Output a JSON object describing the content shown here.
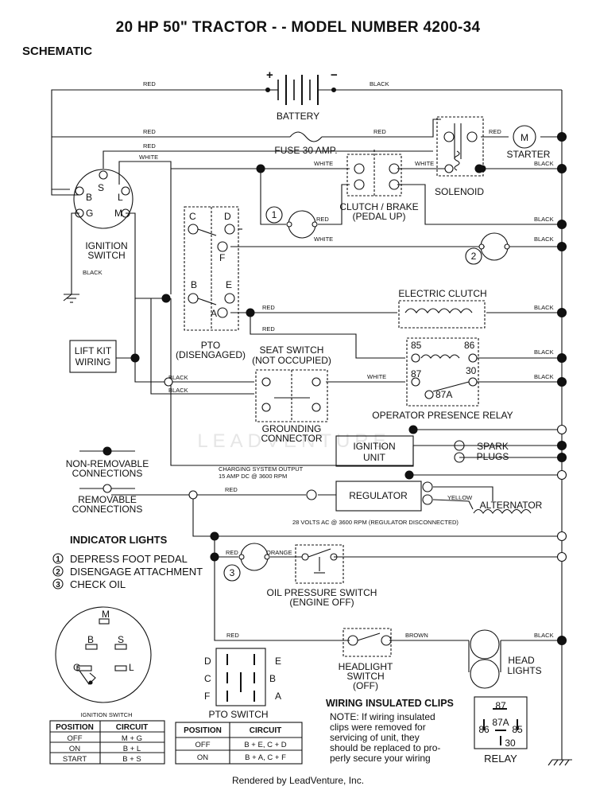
{
  "title": "20 HP 50\" TRACTOR - - MODEL NUMBER  4200-34",
  "subtitle": "SCHEMATIC",
  "footer": "Rendered by LeadVenture, Inc.",
  "watermark": "LEADVENTURE",
  "colors": {
    "line": "#111111",
    "background": "#ffffff",
    "watermark": "#e6e6e6"
  },
  "components": {
    "battery": "BATTERY",
    "battery_plus": "+",
    "battery_minus": "−",
    "fuse": "FUSE 30 AMP.",
    "starter": "STARTER",
    "starter_symbol": "M",
    "solenoid": "SOLENOID",
    "clutch_brake_line1": "CLUTCH / BRAKE",
    "clutch_brake_line2": "(PEDAL UP)",
    "ignition_switch_line1": "IGNITION",
    "ignition_switch_line2": "SWITCH",
    "pto_line1": "PTO",
    "pto_line2": "(DISENGAGED)",
    "electric_clutch": "ELECTRIC CLUTCH",
    "lift_kit_line1": "LIFT KIT",
    "lift_kit_line2": "WIRING",
    "seat_switch_line1": "SEAT SWITCH",
    "seat_switch_line2": "(NOT OCCUPIED)",
    "grounding_line1": "GROUNDING",
    "grounding_line2": "CONNECTOR",
    "operator_relay": "OPERATOR PRESENCE RELAY",
    "ignition_unit_line1": "IGNITION",
    "ignition_unit_line2": "UNIT",
    "spark_plugs_line1": "SPARK",
    "spark_plugs_line2": "PLUGS",
    "charging_line1": "CHARGING SYSTEM OUTPUT",
    "charging_line2": "15 AMP DC @ 3600 RPM",
    "regulator": "REGULATOR",
    "alternator": "ALTERNATOR",
    "ac_note": "28 VOLTS AC @ 3600 RPM (REGULATOR DISCONNECTED)",
    "oil_switch_line1": "OIL PRESSURE SWITCH",
    "oil_switch_line2": "(ENGINE OFF)",
    "headlight_switch_line1": "HEADLIGHT",
    "headlight_switch_line2": "SWITCH",
    "headlight_switch_line3": "(OFF)",
    "head_lights_line1": "HEAD",
    "head_lights_line2": "LIGHTS",
    "relay": "RELAY"
  },
  "terminals": {
    "ign": {
      "s": "S",
      "b": "B",
      "l": "L",
      "g": "G",
      "m": "M"
    },
    "pto": {
      "c": "C",
      "d": "D",
      "f": "F",
      "b": "B",
      "e": "E",
      "a": "A"
    },
    "relay": {
      "t85": "85",
      "t86": "86",
      "t87": "87",
      "t30": "30",
      "t87a": "87A"
    }
  },
  "indicator_numbers": {
    "one": "1",
    "two": "2",
    "three": "3"
  },
  "wires": {
    "red": "RED",
    "black": "BLACK",
    "white": "WHITE",
    "yellow": "YELLOW",
    "orange": "ORANGE",
    "brown": "BROWN"
  },
  "legend": {
    "non_removable_line1": "NON-REMOVABLE",
    "non_removable_line2": "CONNECTIONS",
    "removable_line1": "REMOVABLE",
    "removable_line2": "CONNECTIONS"
  },
  "indicator_lights": {
    "heading": "INDICATOR LIGHTS",
    "items": [
      {
        "num": "1",
        "text": "DEPRESS FOOT PEDAL"
      },
      {
        "num": "2",
        "text": "DISENGAGE ATTACHMENT"
      },
      {
        "num": "3",
        "text": "CHECK OIL"
      }
    ]
  },
  "ignition_switch_table": {
    "caption": "IGNITION SWITCH",
    "headers": [
      "POSITION",
      "CIRCUIT"
    ],
    "rows": [
      [
        "OFF",
        "M + G"
      ],
      [
        "ON",
        "B + L"
      ],
      [
        "START",
        "B + S"
      ]
    ]
  },
  "pto_switch_table": {
    "caption": "PTO SWITCH",
    "headers": [
      "POSITION",
      "CIRCUIT"
    ],
    "rows": [
      [
        "OFF",
        "B + E, C + D"
      ],
      [
        "ON",
        "B + A, C + F"
      ]
    ],
    "left_labels": [
      "D",
      "C",
      "F"
    ],
    "right_labels": [
      "E",
      "B",
      "A"
    ]
  },
  "wiring_clips": {
    "heading": "WIRING INSULATED CLIPS",
    "lines": [
      "NOTE:  If wiring insulated",
      "clips were removed for",
      "servicing of unit, they",
      "should be replaced to pro-",
      "perly secure your wiring"
    ]
  }
}
